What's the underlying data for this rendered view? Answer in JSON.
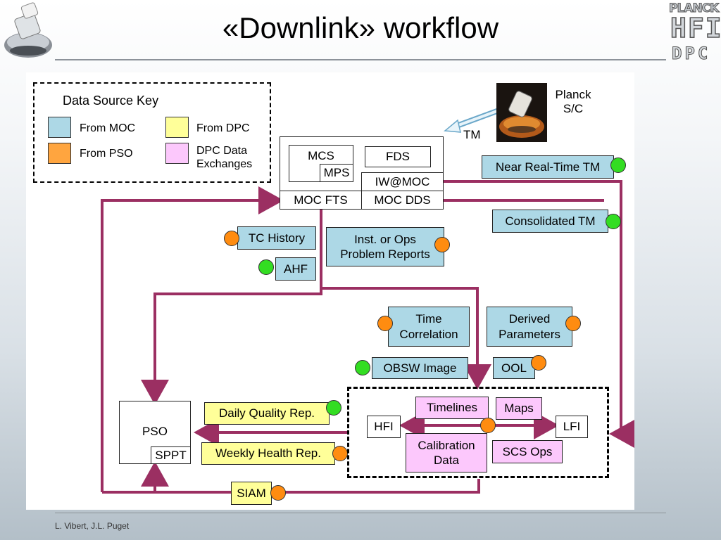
{
  "title": "«Downlink» workflow",
  "footer": "L. Vibert, J.L. Puget",
  "logo": {
    "line1": "PLANCK",
    "line2": "HFI",
    "line3": "DPC"
  },
  "key": {
    "title": "Data Source Key",
    "moc": "From MOC",
    "pso": "From PSO",
    "dpc": "From DPC",
    "dpcx_line1": "DPC Data",
    "dpcx_line2": "Exchanges"
  },
  "spacecraft": {
    "line1": "Planck",
    "line2": "S/C",
    "tm": "TM"
  },
  "moc": {
    "mcs": "MCS",
    "mps": "MPS",
    "fds": "FDS",
    "iwmoc": "IW@MOC",
    "mocfts": "MOC FTS",
    "mocdds": "MOC DDS"
  },
  "items": {
    "nrt": "Near Real-Time TM",
    "consolidated": "Consolidated TM",
    "tchistory": "TC History",
    "ahf": "AHF",
    "problem_l1": "Inst. or Ops",
    "problem_l2": "Problem Reports",
    "timecorr_l1": "Time",
    "timecorr_l2": "Correlation",
    "derived_l1": "Derived",
    "derived_l2": "Parameters",
    "obsw": "OBSW Image",
    "ool": "OOL",
    "daily": "Daily Quality Rep.",
    "weekly": "Weekly Health Rep.",
    "siam": "SIAM",
    "pso": "PSO",
    "sppt": "SPPT",
    "timelines": "Timelines",
    "maps": "Maps",
    "hfi": "HFI",
    "lfi": "LFI",
    "calib_l1": "Calibration",
    "calib_l2": "Data",
    "scsops": "SCS Ops"
  },
  "colors": {
    "moc": "#add8e6",
    "pso": "#ffa53f",
    "dpc": "#ffff99",
    "dpcx": "#fcc8fc",
    "arrow": "#9b2f62",
    "green_dot": "#33dd22",
    "orange_dot": "#ff8c10"
  }
}
